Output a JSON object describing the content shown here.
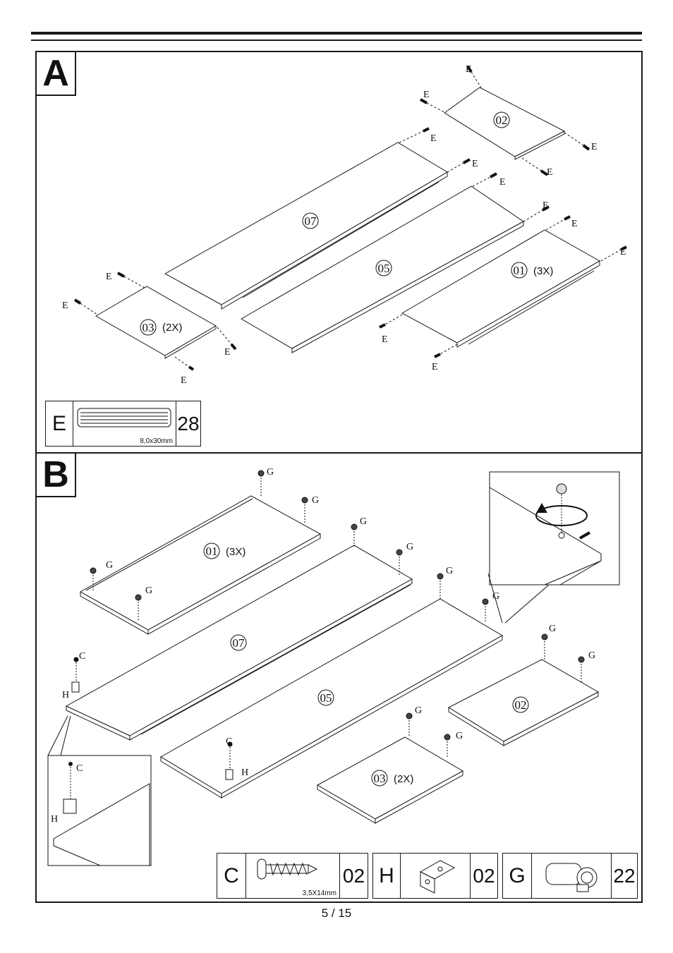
{
  "page_number": "5 / 15",
  "step_a": {
    "letter": "A",
    "dowel_label": "E",
    "parts": {
      "p02": "02",
      "p07": "07",
      "p05": "05",
      "p01": "01",
      "p01_qty": "(3X)",
      "p03": "03",
      "p03_qty": "(2X)"
    },
    "legend": {
      "letter": "E",
      "spec": "8,0x30mm",
      "count": "28"
    }
  },
  "step_b": {
    "letter": "B",
    "cam_label": "G",
    "screw_label": "C",
    "bracket_label": "H",
    "parts": {
      "p01": "01",
      "p01_qty": "(3X)",
      "p07": "07",
      "p05": "05",
      "p02": "02",
      "p03": "03",
      "p03_qty": "(2X)"
    },
    "legend": [
      {
        "letter": "C",
        "spec": "3,5X14mm",
        "count": "02",
        "icon": "screw-icon"
      },
      {
        "letter": "H",
        "spec": "",
        "count": "02",
        "icon": "angle-bracket-icon"
      },
      {
        "letter": "G",
        "spec": "",
        "count": "22",
        "icon": "cam-lock-icon"
      }
    ]
  }
}
